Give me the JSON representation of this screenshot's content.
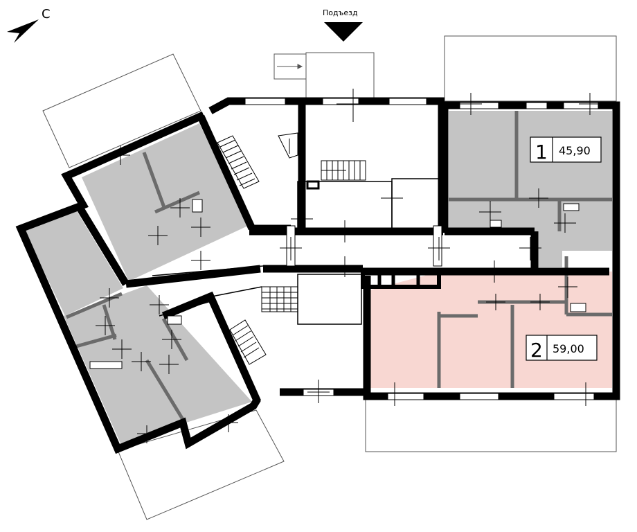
{
  "compass": {
    "letter": "С",
    "icon": "north-arrow-icon"
  },
  "entrance": {
    "label": "Подъезд",
    "icon": "entrance-triangle-icon"
  },
  "apartments": [
    {
      "number": "1",
      "area": "45,90",
      "status": "grey"
    },
    {
      "number": "2",
      "area": "59,00",
      "status": "highlighted"
    }
  ],
  "colors": {
    "wall": "#000000",
    "apartment_grey": "#c4c4c4",
    "apartment_highlight": "#f8d7d2",
    "partition": "#6b6b6b",
    "balcony_line": "#555555"
  }
}
